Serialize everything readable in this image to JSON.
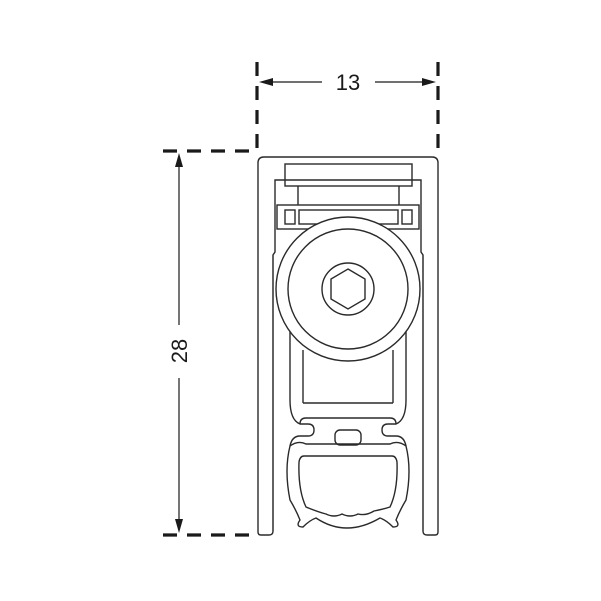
{
  "drawing": {
    "type": "cross-section technical drawing",
    "subject": "door seal profile",
    "dimensions": {
      "width": {
        "value": "13",
        "orientation": "horizontal"
      },
      "height": {
        "value": "28",
        "orientation": "vertical"
      }
    },
    "colors": {
      "line": "#2a2a2a",
      "background": "#ffffff"
    }
  }
}
